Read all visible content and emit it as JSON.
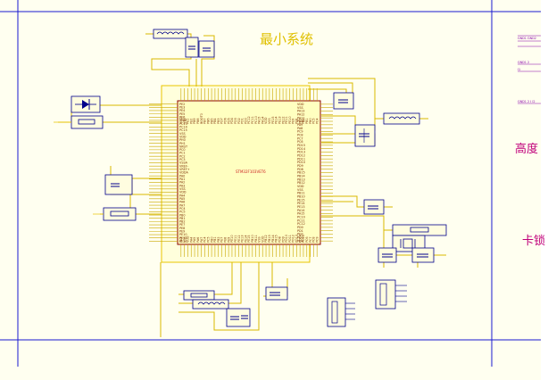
{
  "sheet": {
    "title": "最小系统",
    "mcu_label": "STM32F103VET6",
    "side_labels": [
      "高度",
      "卡锁"
    ],
    "netlabels": [
      "GND1 GND2",
      "GND1 2",
      "I1",
      "GND1 2 I I2"
    ]
  },
  "colors": {
    "background": "#fffff0",
    "wire": "#e8c400",
    "frame": "#1a1ad0",
    "title": "#e0c000",
    "side_text": "#c0007a"
  },
  "mcu_pins": {
    "left": [
      "PE2",
      "PE3",
      "PE4",
      "PE5",
      "PE6",
      "VBAT",
      "PC13",
      "PC14",
      "PC15",
      "VSS",
      "VDD",
      "PH0",
      "PH1",
      "NRST",
      "PC0",
      "PC1",
      "PC2",
      "PC3",
      "VSSA",
      "VREF-",
      "VREF+",
      "VDDA",
      "PA0",
      "PA1",
      "PA2",
      "PA3",
      "VSS",
      "VDD",
      "PA4",
      "PA5",
      "PA6",
      "PA7",
      "PC4",
      "PC5",
      "PB0",
      "PB1",
      "PB2",
      "PE7",
      "PE8",
      "PE9",
      "PE10",
      "PE11",
      "PE12"
    ],
    "right": [
      "VDD",
      "VSS",
      "PA13",
      "PA12",
      "PA11",
      "PA10",
      "PA9",
      "PA8",
      "PC9",
      "PC8",
      "PC7",
      "PC6",
      "PD15",
      "PD14",
      "PD13",
      "PD12",
      "PD11",
      "PD10",
      "PD9",
      "PD8",
      "PB15",
      "PB14",
      "PB13",
      "PB12",
      "VDD",
      "VSS",
      "PB11",
      "PB10",
      "PE15",
      "PE14",
      "PE13",
      "PA14",
      "PA15",
      "PC10",
      "PC11",
      "PC12",
      "PD0",
      "PD1",
      "PD2",
      "PD3",
      "PD4"
    ],
    "top": [
      "VDD",
      "VSS",
      "PE1",
      "PE0",
      "PB9",
      "PB8",
      "BOOT0",
      "PB7",
      "PB6",
      "PB5",
      "PB4",
      "PB3",
      "PD7",
      "PD6",
      "PD5",
      "PD4",
      "PD3",
      "PD2",
      "PD1",
      "PD0",
      "PC12",
      "PC11",
      "PC10",
      "PA15",
      "PA14",
      "VDD",
      "VSS",
      "PE15",
      "PE14",
      "PE13",
      "PE12",
      "PE11",
      "PE10",
      "PE9",
      "PE8",
      "PE7",
      "PB2",
      "PB1",
      "PB0",
      "PC5",
      "PC4"
    ],
    "bottom": [
      "PA3",
      "VSS",
      "VDD",
      "PA4",
      "PA5",
      "PA6",
      "PA7",
      "PC4",
      "PC5",
      "PB0",
      "PB1",
      "PB2",
      "PE7",
      "PE8",
      "PE9",
      "PE10",
      "PE11",
      "PE12",
      "PE13",
      "PE14",
      "PE15",
      "PB10",
      "PB11",
      "VSS",
      "VDD",
      "PB12",
      "PB13",
      "PB14",
      "PB15",
      "PD8",
      "PD9",
      "PD10",
      "PD11",
      "PD12",
      "PD13",
      "PD14",
      "PD15",
      "PC6",
      "PC7",
      "PC8",
      "PC9"
    ]
  }
}
